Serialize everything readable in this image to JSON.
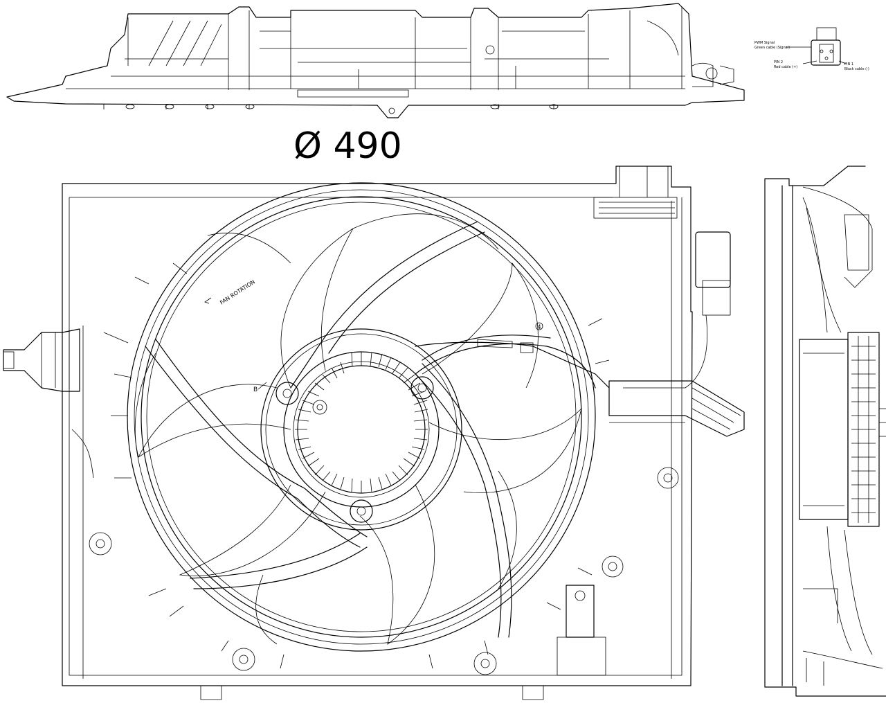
{
  "diameter_label": "Ø 490",
  "rotation_label": "FAN ROTATION",
  "marker_b": "B",
  "marker_4": "4",
  "connector": {
    "pwm_signal": "PWM Signal",
    "green_cable": "Green cable (Signal)",
    "pin2": "PIN 2",
    "red_cable": "Red cable (+)",
    "pin1": "PIN 1",
    "black_cable": "Black cable (-)"
  }
}
